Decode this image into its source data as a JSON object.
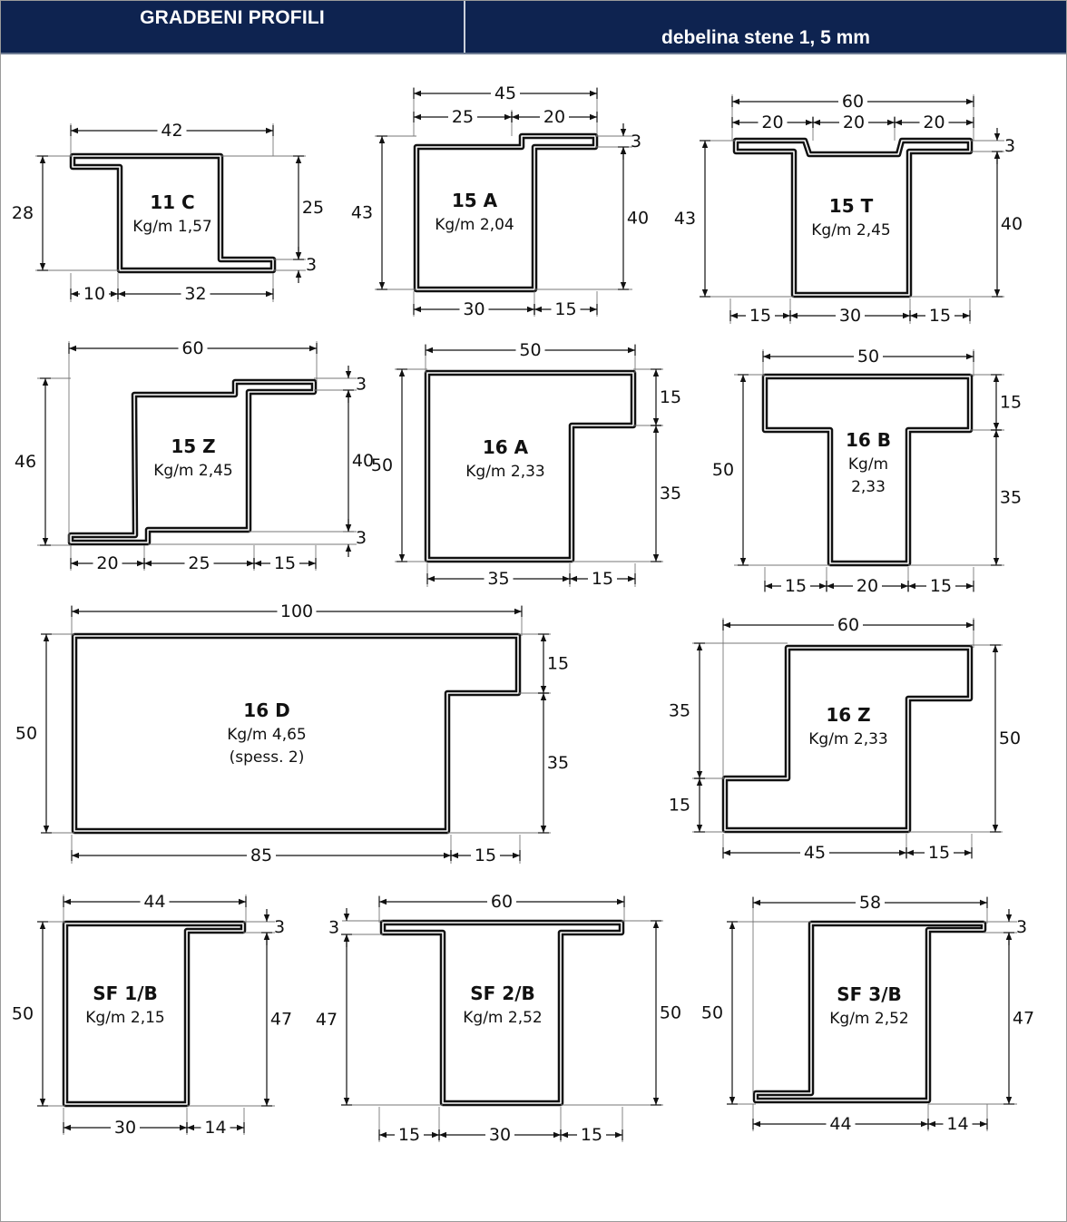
{
  "header": {
    "title": "GRADBENI PROFILI",
    "thickness": "debelina stene 1, 5 mm"
  },
  "profiles": [
    {
      "id": "p11c",
      "code": "11 C",
      "weight": "Kg/m 1,57",
      "dims": [
        "42",
        "28",
        "25",
        "3",
        "10",
        "32"
      ]
    },
    {
      "id": "p15a",
      "code": "15 A",
      "weight": "Kg/m 2,04",
      "dims": [
        "45",
        "25",
        "20",
        "43",
        "3",
        "40",
        "30",
        "15"
      ]
    },
    {
      "id": "p15t",
      "code": "15 T",
      "weight": "Kg/m 2,45",
      "dims": [
        "60",
        "20",
        "20",
        "20",
        "43",
        "3",
        "40",
        "15",
        "30",
        "15"
      ]
    },
    {
      "id": "p15z",
      "code": "15 Z",
      "weight": "Kg/m 2,45",
      "dims": [
        "60",
        "46",
        "3",
        "40",
        "3",
        "20",
        "25",
        "15"
      ]
    },
    {
      "id": "p16a",
      "code": "16 A",
      "weight": "Kg/m 2,33",
      "dims": [
        "50",
        "50",
        "15",
        "35",
        "35",
        "15"
      ]
    },
    {
      "id": "p16b",
      "code": "16 B",
      "weight": "Kg/m",
      "weight2": "2,33",
      "dims": [
        "50",
        "50",
        "15",
        "35",
        "15",
        "20",
        "15"
      ]
    },
    {
      "id": "p16d",
      "code": "16 D",
      "weight": "Kg/m 4,65",
      "note": "(spess. 2)",
      "dims": [
        "100",
        "50",
        "15",
        "35",
        "85",
        "15"
      ]
    },
    {
      "id": "p16z",
      "code": "16 Z",
      "weight": "Kg/m 2,33",
      "dims": [
        "60",
        "35",
        "15",
        "50",
        "45",
        "15"
      ]
    },
    {
      "id": "psf1b",
      "code": "SF 1/B",
      "weight": "Kg/m 2,15",
      "dims": [
        "44",
        "3",
        "50",
        "47",
        "30",
        "14"
      ]
    },
    {
      "id": "psf2b",
      "code": "SF 2/B",
      "weight": "Kg/m 2,52",
      "dims": [
        "60",
        "3",
        "47",
        "50",
        "15",
        "30",
        "15"
      ]
    },
    {
      "id": "psf3b",
      "code": "SF 3/B",
      "weight": "Kg/m 2,52",
      "dims": [
        "58",
        "3",
        "50",
        "47",
        "44",
        "14"
      ]
    }
  ],
  "colors": {
    "header_bg": "#0e2350",
    "header_text": "#ffffff",
    "line": "#111111"
  }
}
